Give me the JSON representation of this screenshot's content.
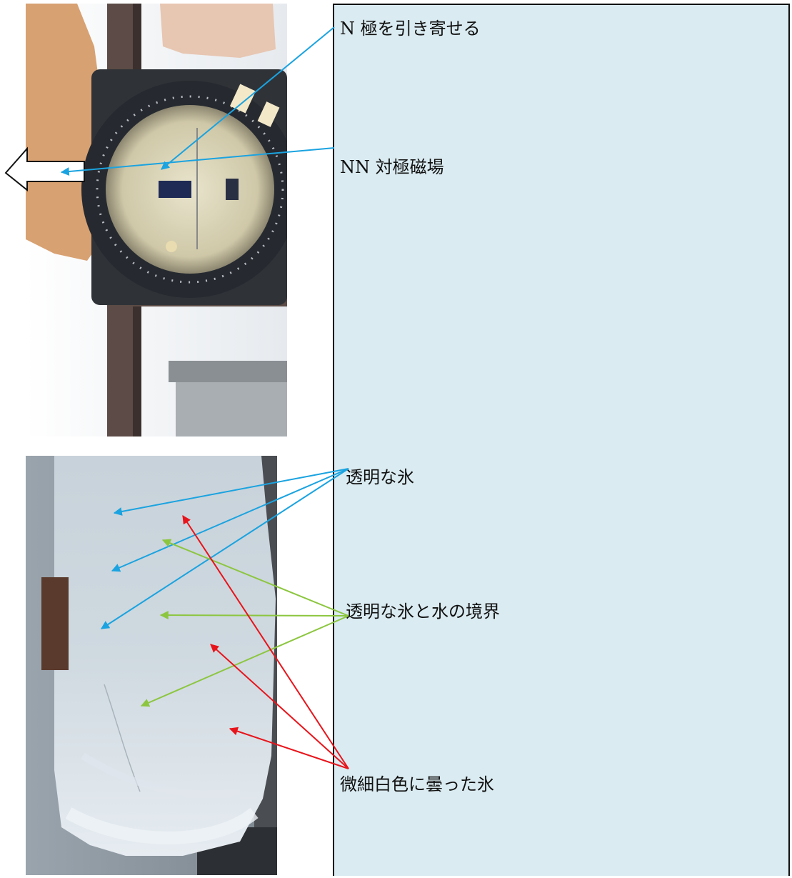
{
  "labels": {
    "attract_n": "N 極を引き寄せる",
    "nn_field": "NN 対極磁場",
    "clear_ice": "透明な氷",
    "boundary": "透明な氷と水の境界",
    "cloudy_ice": "微細白色に曇った氷"
  },
  "colors": {
    "panel_bg": "#daebf1",
    "blue_arrow": "#1aa3e0",
    "green_arrow": "#8cc63f",
    "red_arrow": "#e8141b"
  }
}
